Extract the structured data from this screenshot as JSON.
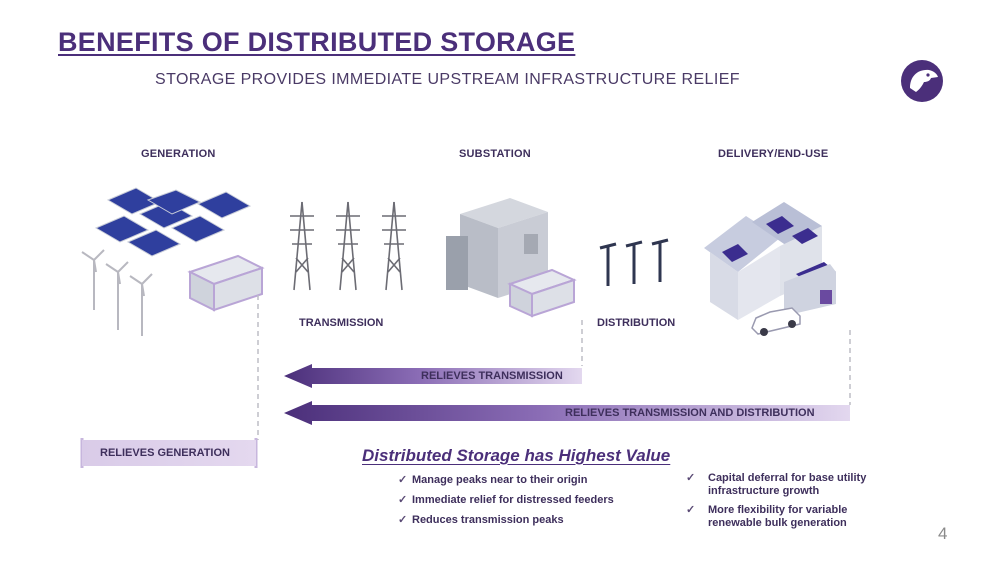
{
  "header": {
    "title": "BENEFITS OF DISTRIBUTED STORAGE",
    "subtitle": "STORAGE PROVIDES IMMEDIATE UPSTREAM INFRASTRUCTURE RELIEF",
    "logo_icon": "eagle-head-logo-icon"
  },
  "stages": {
    "generation": "GENERATION",
    "substation": "SUBSTATION",
    "delivery": "DELIVERY/END-USE",
    "transmission": "TRANSMISSION",
    "distribution": "DISTRIBUTION"
  },
  "arrows": {
    "relieves_transmission": "RELIEVES TRANSMISSION",
    "relieves_trans_dist": "RELIEVES TRANSMISSION AND DISTRIBUTION",
    "relieves_generation": "RELIEVES GENERATION"
  },
  "callout": {
    "title": "Distributed Storage has Highest Value",
    "left_bullets": [
      "Manage peaks near to their origin",
      "Immediate relief for distressed feeders",
      "Reduces transmission peaks"
    ],
    "right_bullets": [
      "Capital deferral for base utility infrastructure growth",
      "More flexibility for variable renewable bulk generation"
    ]
  },
  "page_number": "4",
  "colors": {
    "brand_purple": "#4b2f7a",
    "arrow_dark": "#4b2f7a",
    "arrow_light": "#d9cbe8"
  }
}
